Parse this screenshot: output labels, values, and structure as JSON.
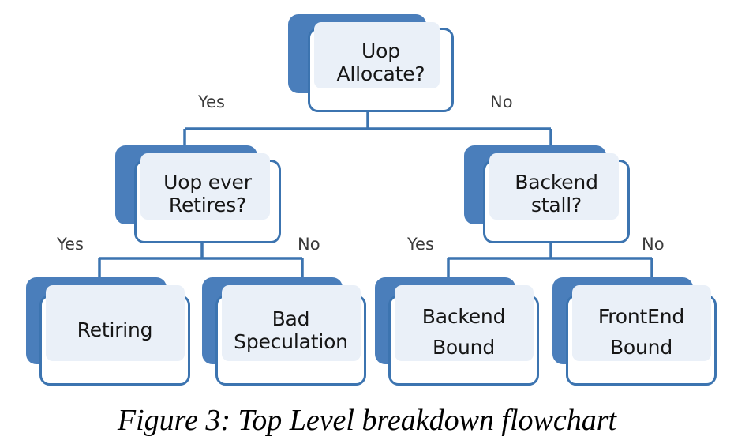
{
  "figure": {
    "caption": "Figure 3: Top Level breakdown flowchart",
    "accent_blue": "#4a7ebb",
    "border_blue": "#3c74b0",
    "inner_fill": "#eaf0f8",
    "card_face": "#ffffff",
    "text_color": "#161616",
    "edge_label_color": "#3a3a3a"
  },
  "nodes": {
    "root": {
      "label": "Uop\nAllocate?",
      "kind": "decision"
    },
    "retires": {
      "label": "Uop ever\nRetires?",
      "kind": "decision"
    },
    "backend_stall": {
      "label": "Backend\nstall?",
      "kind": "decision"
    },
    "retiring": {
      "label": "Retiring",
      "kind": "leaf"
    },
    "bad_speculation": {
      "label": "Bad\nSpeculation",
      "kind": "leaf"
    },
    "backend_bound": {
      "label": "Backend\nBound",
      "kind": "leaf"
    },
    "frontend_bound": {
      "label": "FrontEnd\nBound",
      "kind": "leaf"
    }
  },
  "edges": {
    "root_yes": "Yes",
    "root_no": "No",
    "retires_yes": "Yes",
    "retires_no": "No",
    "stall_yes": "Yes",
    "stall_no": "No"
  }
}
